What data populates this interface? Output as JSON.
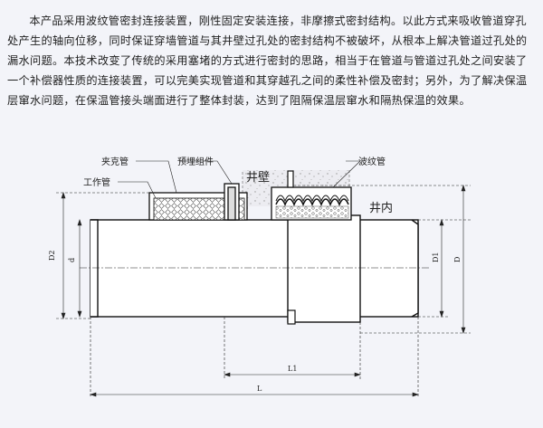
{
  "description": "本产品采用波纹管密封连接装置，刚性固定安装连接，非摩擦式密封结构。以此方式来吸收管道穿孔处产生的轴向位移，同时保证穿墙管道与其井壁过孔处的密封结构不被破坏，从根本上解决管道过孔处的漏水问题。本技术改变了传统的采用塞堵的方式进行密封的思路，相当于在管道与管道过孔处之间安装了一个补偿器性质的连接装置，可以完美实现管道和其穿越孔之间的柔性补偿及密封；另外，为了解决保温层窜水问题，在保温管接头端面进行了整体封装，达到了阻隔保温层窜水和隔热保温的效果。",
  "labels": {
    "clamp_pipe": "夹克管",
    "work_pipe": "工作管",
    "embedded_assembly": "预埋组件",
    "well_wall": "井壁",
    "bellows": "波纹管",
    "well_inside": "井内"
  },
  "dimensions": {
    "D2": "D2",
    "d": "d",
    "D1": "D1",
    "D": "D",
    "L1": "L1",
    "L": "L"
  }
}
